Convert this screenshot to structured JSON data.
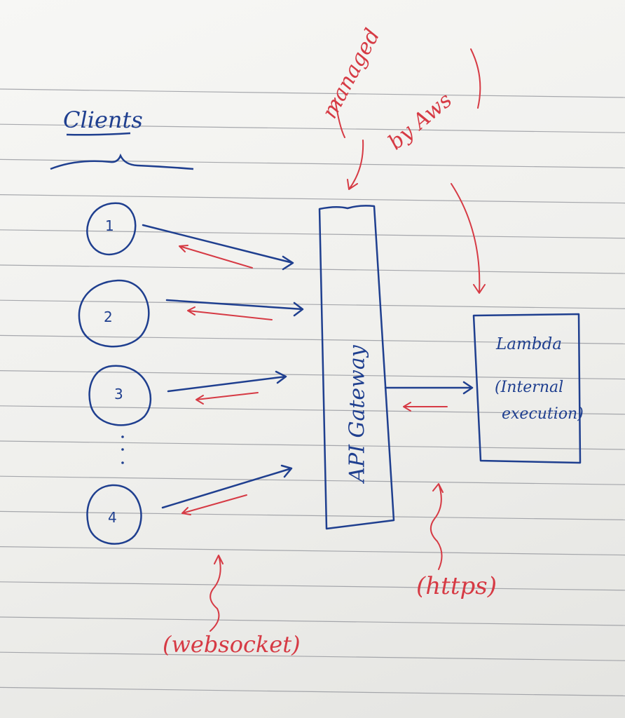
{
  "diagram": {
    "heading": "Clients",
    "clients": [
      {
        "label": "1"
      },
      {
        "label": "2"
      },
      {
        "label": "3"
      },
      {
        "label": "4"
      }
    ],
    "gateway": {
      "label": "API Gateway"
    },
    "lambda": {
      "title": "Lambda",
      "subtitle_line1": "(Internal",
      "subtitle_line2": "execution)"
    },
    "annotations": {
      "managed_line1": "managed",
      "managed_line2": "by Aws",
      "https": "(https)",
      "websocket": "(websocket)"
    }
  },
  "colors": {
    "ink_blue": "#1f3f8f",
    "ink_red": "#d63a44",
    "ruled_line": "#8d8f96"
  }
}
